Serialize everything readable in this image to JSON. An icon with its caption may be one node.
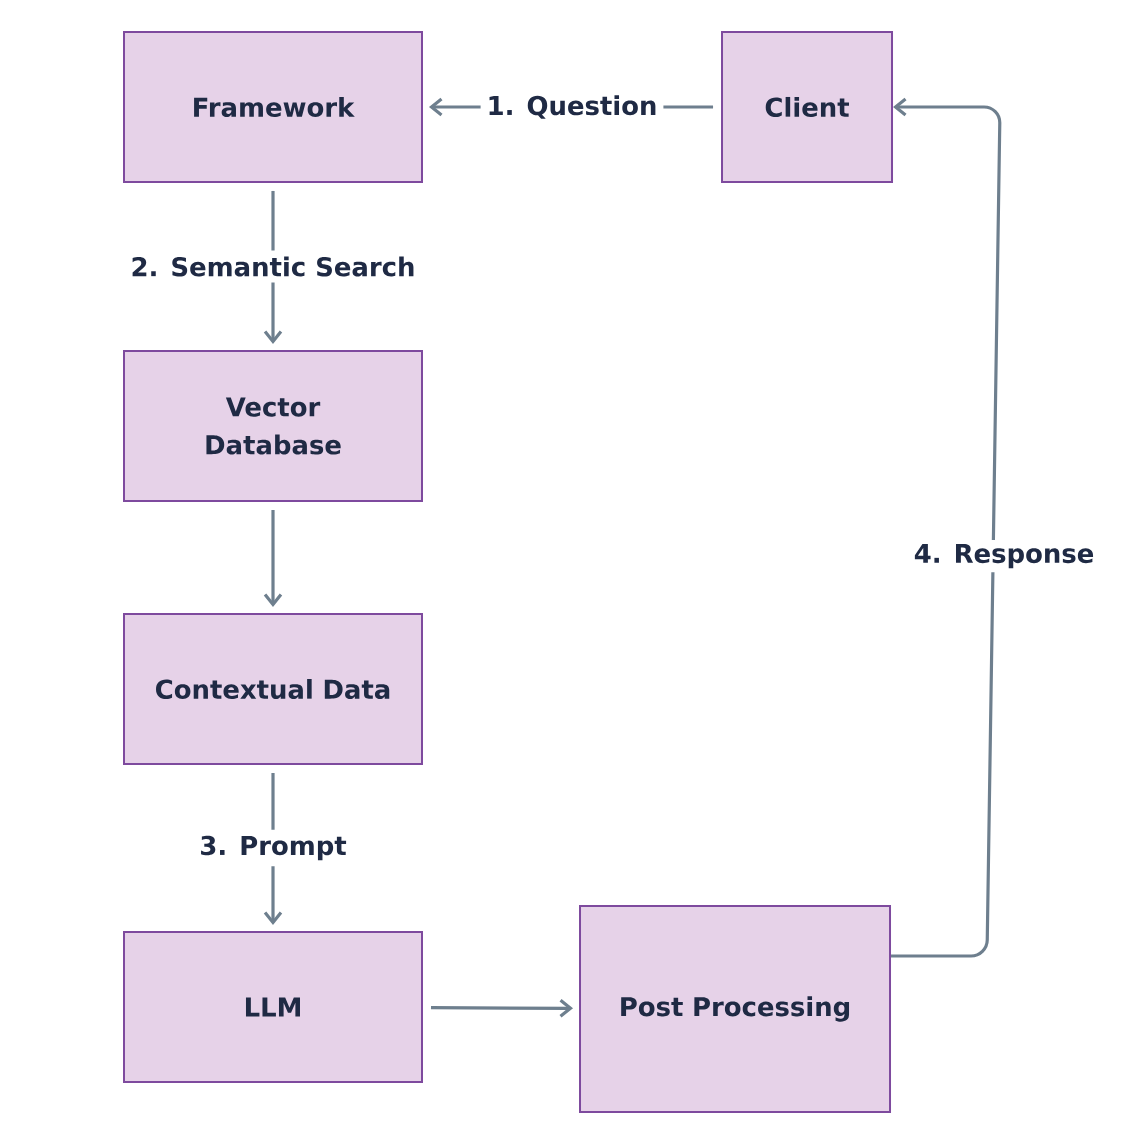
{
  "diagram": {
    "nodes": [
      {
        "text": [
          "Framework"
        ]
      },
      {
        "text": [
          "Client"
        ]
      },
      {
        "text": [
          "Vector Database"
        ]
      },
      {
        "text": [
          "Contextual Data"
        ]
      },
      {
        "text": [
          "LLM"
        ]
      },
      {
        "text": [
          "Post Processing"
        ]
      }
    ],
    "edges": [
      {
        "from": 1,
        "to": 0,
        "arrow": "to",
        "label": "1. Question"
      },
      {
        "from": 0,
        "to": 2,
        "arrow": "to",
        "label": "2. Semantic Search"
      },
      {
        "from": 2,
        "to": 3,
        "arrow": "to"
      },
      {
        "from": 3,
        "to": 4,
        "arrow": "to",
        "label": "3. Prompt"
      },
      {
        "from": 4,
        "to": 5,
        "arrow": "to"
      },
      {
        "from": 5,
        "to": 1,
        "arrow": "to",
        "label": "4. Response"
      }
    ]
  }
}
